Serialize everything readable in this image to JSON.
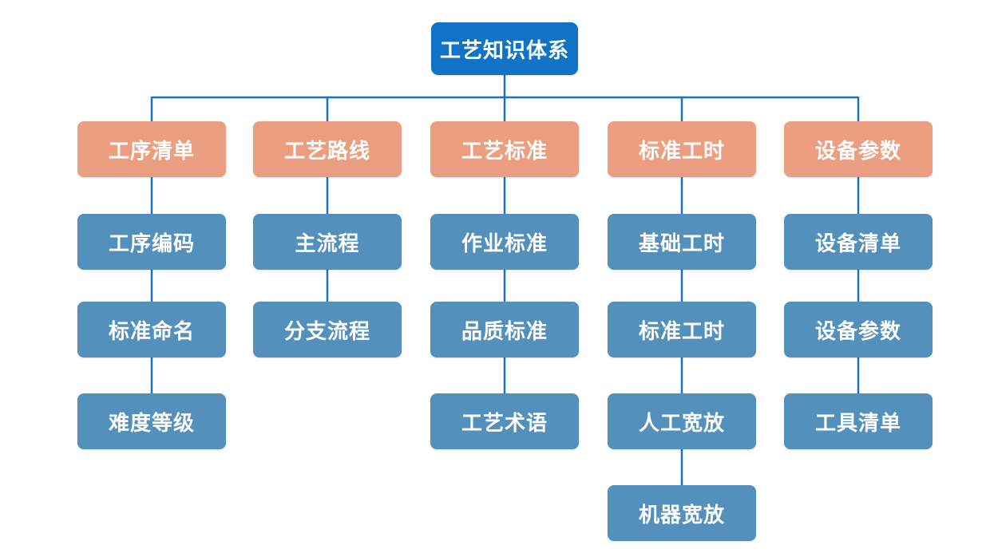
{
  "diagram": {
    "root": {
      "label": "工艺知识体系"
    },
    "columns": [
      {
        "header": "工序清单",
        "children": [
          "工序编码",
          "标准命名",
          "难度等级"
        ]
      },
      {
        "header": "工艺路线",
        "children": [
          "主流程",
          "分支流程"
        ]
      },
      {
        "header": "工艺标准",
        "children": [
          "作业标准",
          "品质标准",
          "工艺术语"
        ]
      },
      {
        "header": "标准工时",
        "children": [
          "基础工时",
          "标准工时",
          "人工宽放",
          "机器宽放"
        ]
      },
      {
        "header": "设备参数",
        "children": [
          "设备清单",
          "设备参数",
          "工具清单"
        ]
      }
    ],
    "colors": {
      "root_bg": "#1173c5",
      "header_bg": "#eb9f80",
      "child_bg": "#5390bb",
      "line": "#1b72c1",
      "text": "#ffffff",
      "page_bg": "#ffffff"
    }
  }
}
